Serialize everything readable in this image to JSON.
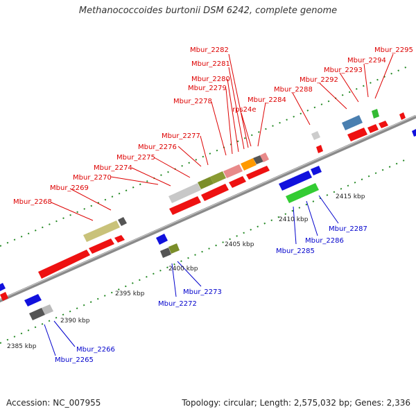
{
  "title": "Methanococcoides burtonii DSM 6242, complete genome",
  "footer": {
    "accession": "Accession: NC_007955",
    "topology": "Topology: circular; Length: 2,575,032 bp; Genes: 2,336"
  },
  "colors": {
    "forward_label": "#dd0000",
    "reverse_label": "#0000cc",
    "forward_gene": "#ee0000",
    "reverse_gene": "#1111dd",
    "backbone": "#888888",
    "tick": "#228822"
  },
  "scale_labels": [
    "2385 kbp",
    "2390 kbp",
    "2395 kbp",
    "2400 kbp",
    "2405 kbp",
    "2410 kbp",
    "2415 kbp"
  ],
  "forward_genes": [
    "Mbur_2268",
    "Mbur_2269",
    "Mbur_2270",
    "Mbur_2274",
    "Mbur_2275",
    "Mbur_2276",
    "Mbur_2277",
    "Mbur_2278",
    "Mbur_2279",
    "Mbur_2280",
    "Mbur_2281",
    "Mbur_2282",
    "rps24e",
    "Mbur_2284",
    "Mbur_2288",
    "Mbur_2292",
    "Mbur_2293",
    "Mbur_2294",
    "Mbur_2295"
  ],
  "reverse_genes": [
    "Mbur_2265",
    "Mbur_2266",
    "Mbur_2272",
    "Mbur_2273",
    "Mbur_2285",
    "Mbur_2286",
    "Mbur_2287"
  ]
}
